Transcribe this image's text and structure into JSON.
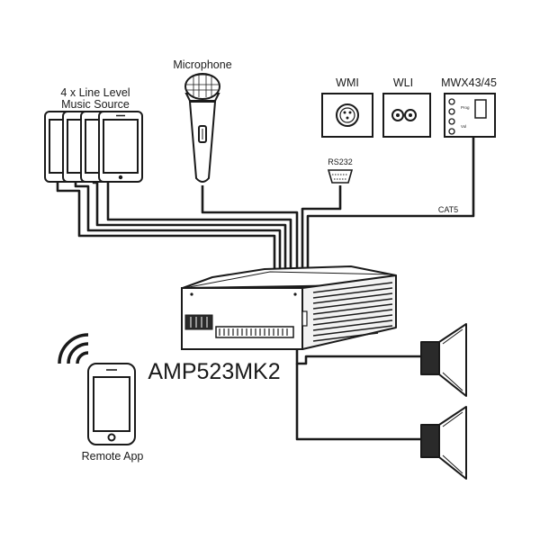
{
  "labels": {
    "microphone": "Microphone",
    "sources_line1": "4 x Line Level",
    "sources_line2": "Music Source",
    "wmi": "WMI",
    "wli": "WLI",
    "mwx": "MWX43/45",
    "rs232": "RS232",
    "cat5": "CAT5",
    "amp_model": "AMP523MK2",
    "remote_app": "Remote App",
    "mwx_prog": "Prog",
    "mwx_vol": "Vol"
  },
  "colors": {
    "stroke": "#1a1a1a",
    "fill": "#ffffff",
    "panel": "#f2f2f2",
    "dark": "#2a2a2a"
  },
  "icons": [
    "tablet-icon",
    "microphone-icon",
    "xlr-socket-icon",
    "rca-socket-icon",
    "volume-control-icon",
    "serial-port-icon",
    "amplifier-icon",
    "speaker-icon",
    "smartphone-icon",
    "wifi-signal-icon"
  ]
}
